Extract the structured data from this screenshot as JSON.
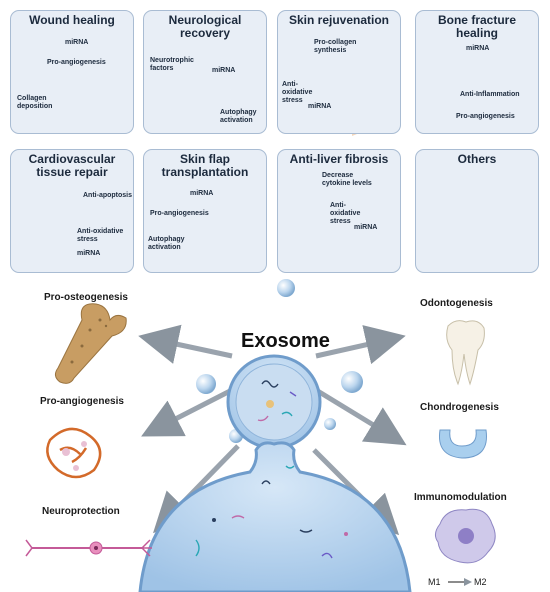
{
  "panels": [
    {
      "title": "Wound healing",
      "labels": [
        "miRNA",
        "Pro-angiogenesis",
        "Collagen deposition"
      ]
    },
    {
      "title": "Neurological recovery",
      "labels": [
        "Neurotrophic factors",
        "miRNA",
        "Autophagy activation"
      ]
    },
    {
      "title": "Skin rejuvenation",
      "labels": [
        "Pro-collagen synthesis",
        "Anti-oxidative stress",
        "miRNA"
      ]
    },
    {
      "title": "Bone fracture healing",
      "labels": [
        "miRNA",
        "Anti-Inflammation",
        "Pro-angiogenesis"
      ]
    },
    {
      "title": "Cardiovascular tissue repair",
      "labels": [
        "Anti-apoptosis",
        "Anti-oxidative stress",
        "miRNA"
      ]
    },
    {
      "title": "Skin flap transplantation",
      "labels": [
        "miRNA",
        "Pro-angiogenesis",
        "Autophagy activation"
      ]
    },
    {
      "title": "Anti-liver fibrosis",
      "labels": [
        "Decrease cytokine levels",
        "Anti-oxidative stress",
        "miRNA"
      ]
    },
    {
      "title": "Others",
      "labels": []
    }
  ],
  "center": {
    "title": "Exosome",
    "left_labels": [
      "Pro-osteogenesis",
      "Pro-angiogenesis",
      "Neuroprotection"
    ],
    "right_labels": [
      "Odontogenesis",
      "Chondrogenesis",
      "Immunomodulation"
    ],
    "macrophage": {
      "from": "M1",
      "to": "M2"
    }
  },
  "colors": {
    "panel_bg": "#e8eef6",
    "panel_border": "#a9bcd3",
    "exosome": "#b9d3ec",
    "arrow": "#9aa3ad"
  }
}
